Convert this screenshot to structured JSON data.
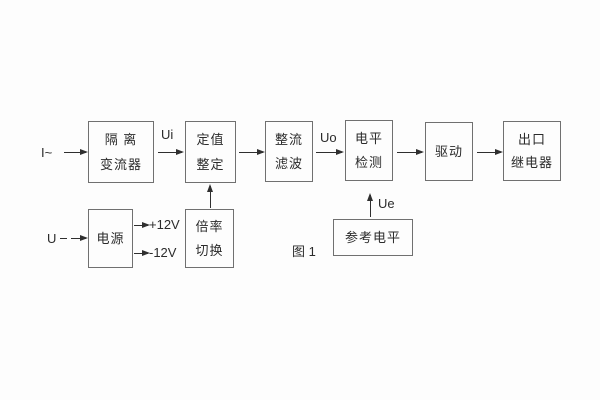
{
  "diagram": {
    "caption": "图 1",
    "colors": {
      "background": "#fdfdfd",
      "block_border": "#707070",
      "line": "#2f2f2f",
      "text": "#2b2b2b"
    },
    "blocks": {
      "isolation_transformer": {
        "line1": "隔 离",
        "line2": "变流器"
      },
      "setting_adjust": {
        "line1": "定值",
        "line2": "整定"
      },
      "rectifier_filter": {
        "line1": "整流",
        "line2": "滤波"
      },
      "level_detect": {
        "line1": "电平",
        "line2": "检测"
      },
      "drive": {
        "line1": "驱动"
      },
      "output_relay": {
        "line1": "出口",
        "line2": "继电器"
      },
      "power_supply": {
        "line1": "电源"
      },
      "ratio_switch": {
        "line1": "倍率",
        "line2": "切换"
      },
      "reference_level": {
        "line1": "参考电平"
      }
    },
    "signals": {
      "input_current": "I~",
      "input_voltage": "U",
      "ui": "Ui",
      "uo": "Uo",
      "ue": "Ue",
      "plus_12v": "+12V",
      "minus_12v": "-12V"
    }
  }
}
